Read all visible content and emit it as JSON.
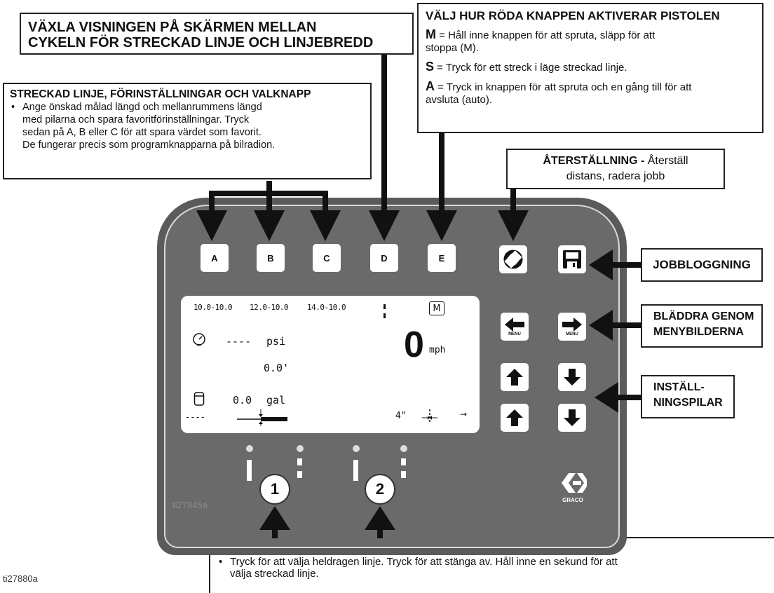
{
  "callouts": {
    "toggle": {
      "title_line1": "VÄXLA VISNINGEN PÅ SKÄRMEN MELLAN",
      "title_line2": "CYKELN FÖR STRECKAD LINJE OCH LINJEBREDD"
    },
    "presets": {
      "title": "STRECKAD LINJE, FÖRINSTÄLLNINGAR OCH VALKNAPP",
      "bullet": "•",
      "lines": [
        "Ange önskad målad längd och mellanrummens längd",
        "med pilarna och spara favoritförinställningar. Tryck",
        "sedan på A, B eller C för att spara värdet som favorit.",
        "De fungerar precis som programknapparna på bilradion."
      ]
    },
    "red_button": {
      "title": "VÄLJ HUR RÖDA KNAPPEN AKTIVERAR PISTOLEN",
      "m_key": "M",
      "m_text_line1": " = Håll inne knappen för att spruta, släpp för att",
      "m_text_line2": "stoppa (M).",
      "s_key": "S",
      "s_text": " = Tryck för ett streck i läge streckad linje.",
      "a_key": "A",
      "a_text_line1": " = Tryck in knappen för att spruta och en gång till för att",
      "a_text_line2": "avsluta (auto)."
    },
    "reset": {
      "title": "ÅTERSTÄLLNING -",
      "line1_rest": " Återställ",
      "line2": "distans, radera jobb"
    },
    "joblog": {
      "title": "JOBBLOGGNING"
    },
    "menu_scroll": {
      "line1": "BLÄDDRA GENOM",
      "line2": "MENYBILDERNA"
    },
    "setting_arrows": {
      "line1": "INSTÄLL-",
      "line2": "NINGSPILAR"
    },
    "autogun": {
      "title": "REGLAGEKNAPPAR FÖR AUTOPISTOL.",
      "bullet": "•",
      "line1": "Tryck för att välja heldragen linje. Tryck för att stänga av. Håll inne en sekund för att",
      "line2": "välja streckad linje."
    }
  },
  "panel": {
    "keys": [
      "A",
      "B",
      "C",
      "D",
      "E"
    ],
    "menu_label": "MENU",
    "gun_buttons": [
      "1",
      "2"
    ],
    "brand": "GRACO",
    "inner_ref": "ti27845a"
  },
  "screen": {
    "preset1": "10.0-10.0",
    "preset2": "12.0-10.0",
    "preset3": "14.0-10.0",
    "mode": "M",
    "pressure_value": "----",
    "pressure_unit": "psi",
    "distance": "0.0'",
    "speed_value": "0",
    "speed_unit": "mph",
    "volume_value": "0.0",
    "volume_unit": "gal",
    "line_dashes": "----",
    "line_width": "4\"",
    "arrow_right": "→"
  },
  "figure_ref": "ti27880a",
  "colors": {
    "panel_outer": "#5b5b5b",
    "panel_inner": "#6a6a6a",
    "callout_border": "#222222",
    "arrow": "#111111"
  }
}
